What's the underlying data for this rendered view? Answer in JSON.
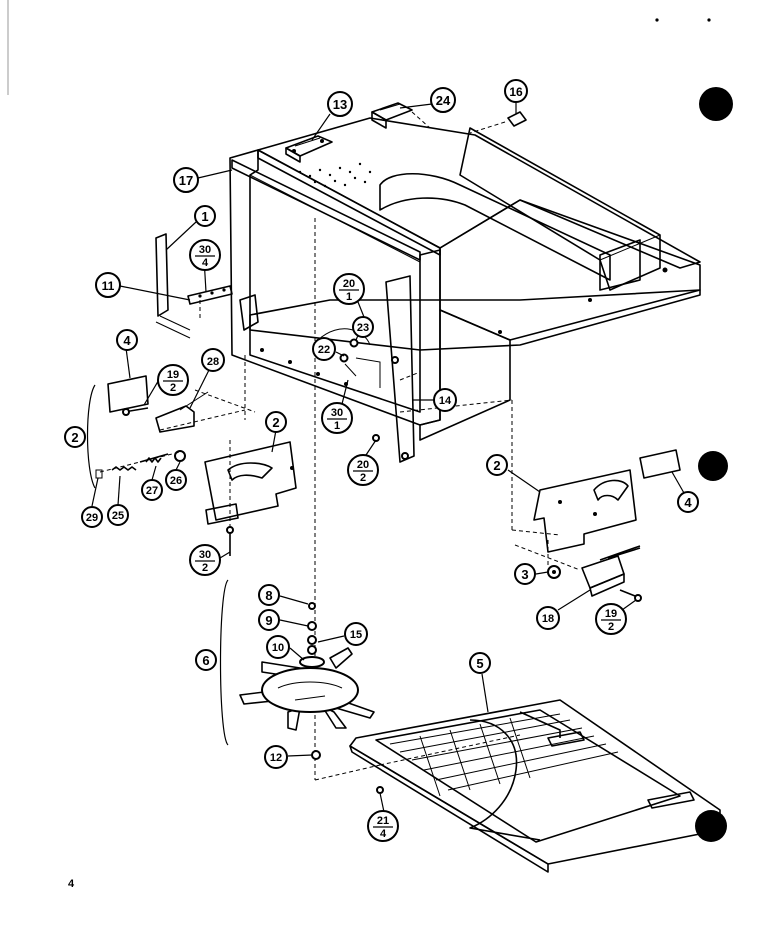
{
  "page": {
    "number": "4"
  },
  "callouts": [
    {
      "id": "c13",
      "label": "13"
    },
    {
      "id": "c24",
      "label": "24"
    },
    {
      "id": "c16",
      "label": "16"
    },
    {
      "id": "c17",
      "label": "17"
    },
    {
      "id": "c1",
      "label": "1"
    },
    {
      "id": "c30_4",
      "num": "30",
      "den": "4"
    },
    {
      "id": "c11",
      "label": "11"
    },
    {
      "id": "c20_1",
      "num": "20",
      "den": "1"
    },
    {
      "id": "c23",
      "label": "23"
    },
    {
      "id": "c4a",
      "label": "4"
    },
    {
      "id": "c28",
      "label": "28"
    },
    {
      "id": "c19_2a",
      "num": "19",
      "den": "2"
    },
    {
      "id": "c22",
      "label": "22"
    },
    {
      "id": "c2a",
      "label": "2"
    },
    {
      "id": "c2b",
      "label": "2"
    },
    {
      "id": "c30_1",
      "num": "30",
      "den": "1"
    },
    {
      "id": "c14",
      "label": "14"
    },
    {
      "id": "c20_2",
      "num": "20",
      "den": "2"
    },
    {
      "id": "c27",
      "label": "27"
    },
    {
      "id": "c26",
      "label": "26"
    },
    {
      "id": "c29",
      "label": "29"
    },
    {
      "id": "c25",
      "label": "25"
    },
    {
      "id": "c2c",
      "label": "2"
    },
    {
      "id": "c4b",
      "label": "4"
    },
    {
      "id": "c30_2",
      "num": "30",
      "den": "2"
    },
    {
      "id": "c3",
      "label": "3"
    },
    {
      "id": "c18",
      "label": "18"
    },
    {
      "id": "c19_2b",
      "num": "19",
      "den": "2"
    },
    {
      "id": "c8",
      "label": "8"
    },
    {
      "id": "c9",
      "label": "9"
    },
    {
      "id": "c15",
      "label": "15"
    },
    {
      "id": "c10",
      "label": "10"
    },
    {
      "id": "c6",
      "label": "6"
    },
    {
      "id": "c5",
      "label": "5"
    },
    {
      "id": "c12",
      "label": "12"
    },
    {
      "id": "c21_4",
      "num": "21",
      "den": "4"
    }
  ],
  "colors": {
    "ink": "#000000",
    "paper": "#ffffff"
  }
}
